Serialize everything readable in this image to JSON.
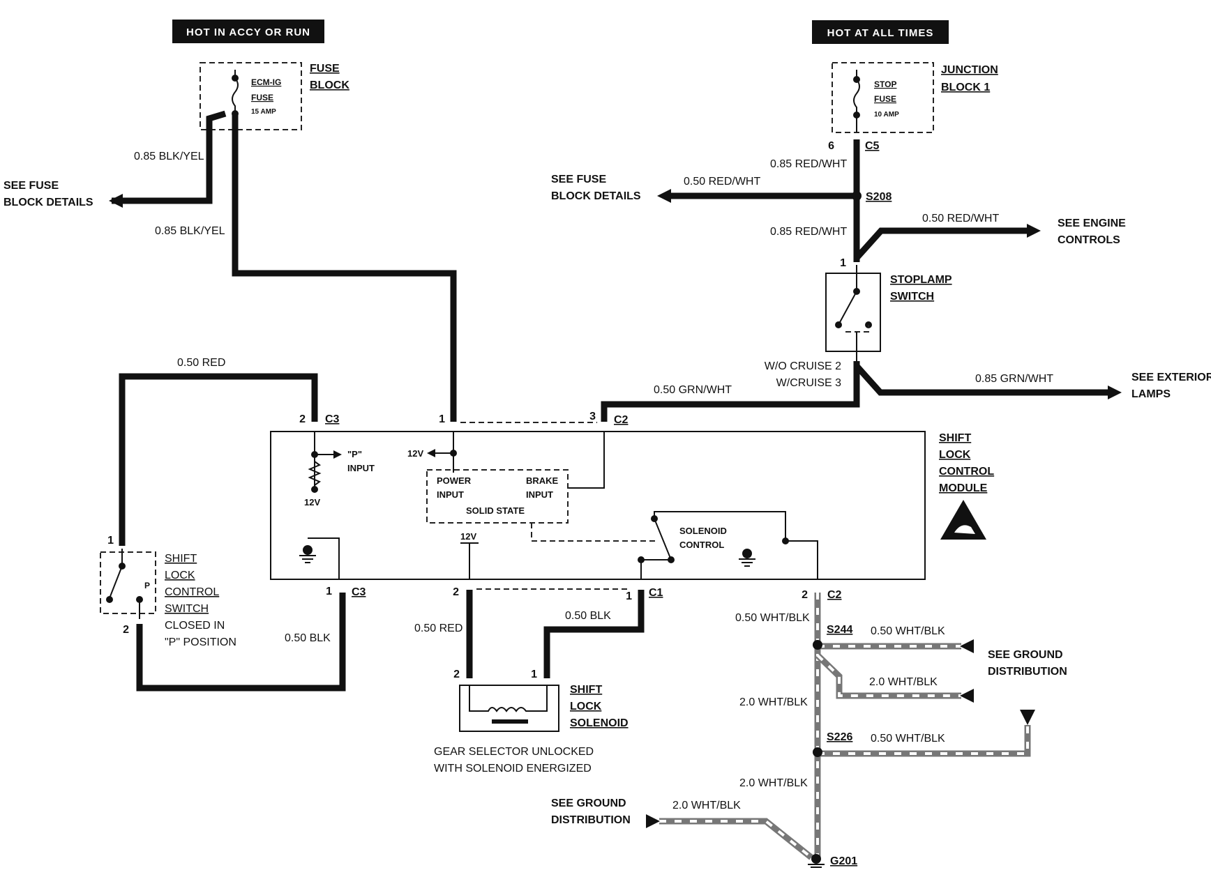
{
  "tags": {
    "accy_run": "HOT IN ACCY OR RUN",
    "all_times": "HOT AT ALL TIMES"
  },
  "fuse_block": {
    "fuse_line1": "ECM-IG",
    "fuse_line2": "FUSE",
    "fuse_amp": "15 AMP",
    "name_line1": "FUSE",
    "name_line2": "BLOCK"
  },
  "junction_block": {
    "fuse_line1": "STOP",
    "fuse_line2": "FUSE",
    "fuse_amp": "10 AMP",
    "name_line1": "JUNCTION",
    "name_line2": "BLOCK 1"
  },
  "wires": {
    "w_085_blkyel_a": "0.85 BLK/YEL",
    "w_085_blkyel_b": "0.85 BLK/YEL",
    "w_085_redwht_a": "0.85 RED/WHT",
    "w_050_redwht_a": "0.50 RED/WHT",
    "w_085_redwht_b": "0.85 RED/WHT",
    "w_050_redwht_b": "0.50 RED/WHT",
    "w_050_red_a": "0.50 RED",
    "w_050_grnwht": "0.50 GRN/WHT",
    "w_085_grnwht": "0.85 GRN/WHT",
    "w_050_blk_a": "0.50 BLK",
    "w_050_red_b": "0.50 RED",
    "w_050_blk_b": "0.50 BLK",
    "w_050_whtblk_a": "0.50 WHT/BLK",
    "w_050_whtblk_b": "0.50 WHT/BLK",
    "w_20_whtblk_a": "2.0 WHT/BLK",
    "w_20_whtblk_b": "2.0 WHT/BLK",
    "w_050_whtblk_c": "0.50 WHT/BLK",
    "w_20_whtblk_c": "2.0 WHT/BLK",
    "w_20_whtblk_d": "2.0 WHT/BLK"
  },
  "references": {
    "see_fuse_left_1": "SEE FUSE",
    "see_fuse_left_2": "BLOCK DETAILS",
    "see_fuse_mid_1": "SEE FUSE",
    "see_fuse_mid_2": "BLOCK DETAILS",
    "see_engine_1": "SEE ENGINE",
    "see_engine_2": "CONTROLS",
    "see_ext_1": "SEE EXTERIOR",
    "see_ext_2": "LAMPS",
    "see_ground_r1": "SEE GROUND",
    "see_ground_r2": "DISTRIBUTION",
    "see_ground_b1": "SEE GROUND",
    "see_ground_b2": "DISTRIBUTION"
  },
  "connectors": {
    "c5": "C5",
    "c5_pin": "6",
    "s208": "S208",
    "stop_pin1": "1",
    "c3_top": "C3",
    "c3_top_pin": "2",
    "pin1_top": "1",
    "c2_top": "C2",
    "c2_top_pin": "3",
    "c3_bot": "C3",
    "c3_bot_pin": "1",
    "c1": "C1",
    "c1_pin": "1",
    "pin2_mid": "2",
    "c2_bot": "C2",
    "c2_bot_pin": "2",
    "s244": "S244",
    "s226": "S226",
    "g201": "G201",
    "sw_pin1": "1",
    "sw_pin2": "2",
    "sol_pin2": "2",
    "sol_pin1": "1"
  },
  "stoplamp": {
    "name1": "STOPLAMP",
    "name2": "SWITCH",
    "cruise_wo": "W/O CRUISE 2",
    "cruise_w": "W/CRUISE 3"
  },
  "module": {
    "name1": "SHIFT",
    "name2": "LOCK",
    "name3": "CONTROL",
    "name4": "MODULE",
    "p_input1": "\"P\"",
    "p_input2": "INPUT",
    "v12_a": "12V",
    "v12_b": "12V",
    "v12_c": "12V",
    "power1": "POWER",
    "power2": "INPUT",
    "brake1": "BRAKE",
    "brake2": "INPUT",
    "solid": "SOLID STATE",
    "sol_ctrl1": "SOLENOID",
    "sol_ctrl2": "CONTROL"
  },
  "lock_switch": {
    "name1": "SHIFT",
    "name2": "LOCK",
    "name3": "CONTROL",
    "name4": "SWITCH",
    "closed1": "CLOSED IN",
    "closed2": "\"P\" POSITION",
    "p_mark": "P"
  },
  "solenoid": {
    "name1": "SHIFT",
    "name2": "LOCK",
    "name3": "SOLENOID",
    "note1": "GEAR SELECTOR UNLOCKED",
    "note2": "WITH SOLENOID ENERGIZED"
  }
}
